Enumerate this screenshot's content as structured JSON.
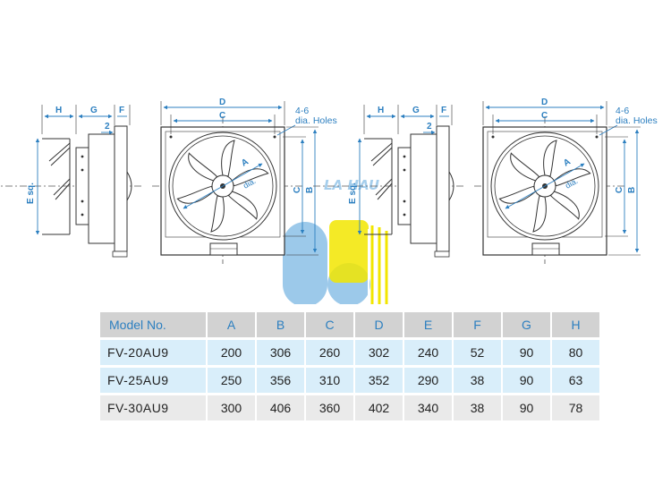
{
  "drawing": {
    "front_view": {
      "dimension_labels": [
        "D",
        "C",
        "A",
        "B",
        "C"
      ],
      "hole_note_line1": "4-6",
      "hole_note_line2": "dia. Holes",
      "diameter_note": "dia."
    },
    "side_view": {
      "dimension_labels": [
        "H",
        "G",
        "F",
        "2",
        "E sq."
      ]
    },
    "watermark": {
      "text": "LA HAU",
      "colors": {
        "blue": "#9cc9ea",
        "yellow": "#f2e600"
      }
    },
    "colors": {
      "outline": "#333333",
      "dimension": "#2c7fc0"
    }
  },
  "specs_table": {
    "headers": [
      "Model No.",
      "A",
      "B",
      "C",
      "D",
      "E",
      "F",
      "G",
      "H"
    ],
    "rows": [
      [
        "FV-20AU9",
        "200",
        "306",
        "260",
        "302",
        "240",
        "52",
        "90",
        "80"
      ],
      [
        "FV-25AU9",
        "250",
        "356",
        "310",
        "352",
        "290",
        "38",
        "90",
        "63"
      ],
      [
        "FV-30AU9",
        "300",
        "406",
        "360",
        "402",
        "340",
        "38",
        "90",
        "78"
      ]
    ],
    "colors": {
      "header_bg": "#d2d2d2",
      "header_text": "#2c7fc0",
      "row_alt_bg": "#d9eefa",
      "row_plain_bg": "#eaeaea"
    }
  }
}
